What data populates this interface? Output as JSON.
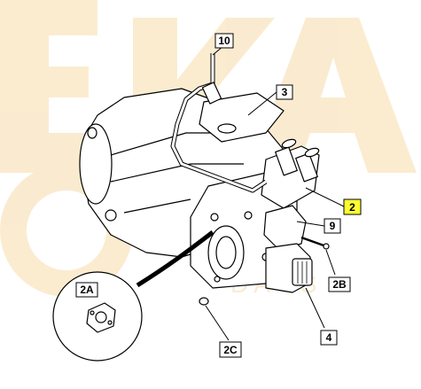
{
  "diagram": {
    "watermark": {
      "logo_text": "EKA",
      "small_text": "DAGS"
    },
    "callouts": [
      {
        "id": "10",
        "label": "10",
        "highlighted": false
      },
      {
        "id": "3",
        "label": "3",
        "highlighted": false
      },
      {
        "id": "2",
        "label": "2",
        "highlighted": true
      },
      {
        "id": "9",
        "label": "9",
        "highlighted": false
      },
      {
        "id": "2B",
        "label": "2B",
        "highlighted": false
      },
      {
        "id": "4",
        "label": "4",
        "highlighted": false
      },
      {
        "id": "2C",
        "label": "2C",
        "highlighted": false
      },
      {
        "id": "2A",
        "label": "2A",
        "highlighted": false
      }
    ],
    "colors": {
      "highlight": "#ffff33",
      "watermark": "#f7dcaa",
      "line": "#000000"
    }
  }
}
